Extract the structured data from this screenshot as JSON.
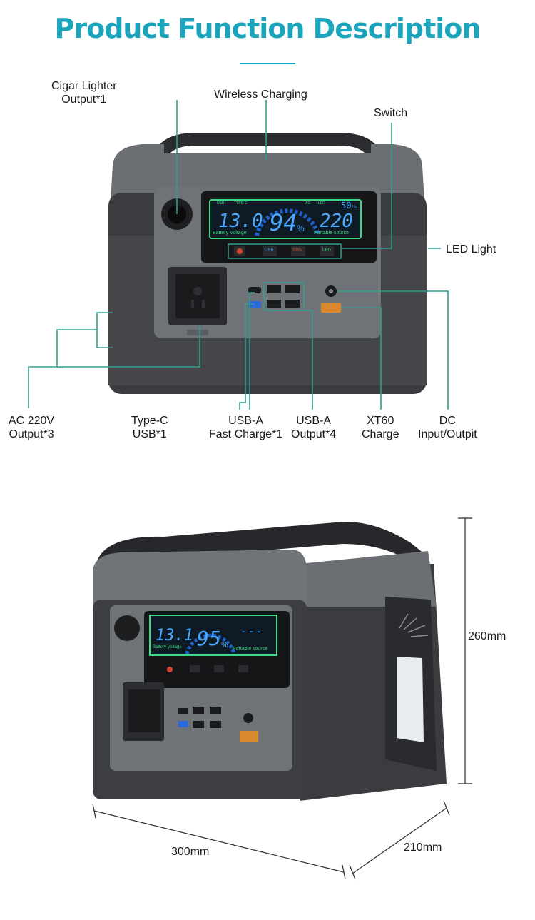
{
  "title": "Product Function Description",
  "colors": {
    "accent": "#1ba5bd",
    "leader_line": "#2e9e90",
    "lcd_green": "#3ddc84",
    "lcd_blue": "#4aa8ff"
  },
  "callouts": {
    "cigar": [
      "Cigar Lighter",
      "Output*1"
    ],
    "wireless": "Wireless Charging",
    "switch": "Switch",
    "led_light": "LED Light",
    "ac": [
      "AC 220V",
      "Output*3"
    ],
    "typec": [
      "Type-C",
      "USB*1"
    ],
    "usba_fast": [
      "USB-A",
      "Fast Charge*1"
    ],
    "usba_out": [
      "USB-A",
      "Output*4"
    ],
    "xt60": [
      "XT60",
      "Charge"
    ],
    "dc": [
      "DC",
      "Input/Outpit"
    ]
  },
  "front_display": {
    "voltage": "13.0",
    "voltage_label": "Battery Voltage",
    "percent": "94",
    "percent_sign": "%",
    "output": "220",
    "output_label": "Portable source",
    "freq": "50",
    "freq_unit": "Hz",
    "top_icons": [
      "USB",
      "TYPE-C",
      "AC",
      "LED"
    ],
    "buttons": [
      "USB",
      "220V",
      "LED"
    ]
  },
  "side_display": {
    "voltage": "13.1",
    "voltage_label": "Battery Voltage",
    "percent": "95",
    "percent_sign": "%",
    "output": "---",
    "output_label": "Portable source"
  },
  "dimensions": {
    "height": "260mm",
    "width": "300mm",
    "depth": "210mm"
  }
}
